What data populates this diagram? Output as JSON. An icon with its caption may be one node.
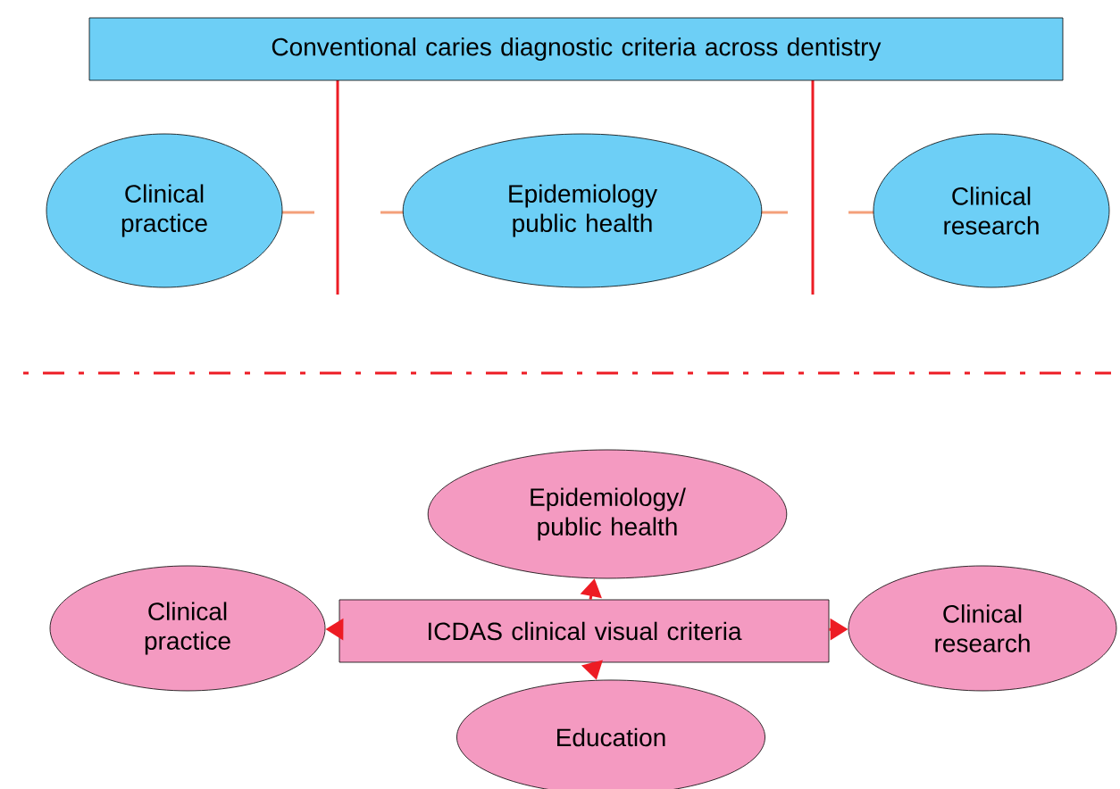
{
  "diagram": {
    "nodes": [
      {
        "text": [
          "Conventional caries diagnostic criteria across dentistry"
        ]
      },
      {
        "text": [
          "Clinical practice"
        ]
      },
      {
        "text": [
          "Epidemiology public health"
        ]
      },
      {
        "text": [
          "Clinical research"
        ]
      },
      {
        "text": [
          "Epidemiology/ public health"
        ]
      },
      {
        "text": [
          "Clinical practice"
        ]
      },
      {
        "text": [
          "ICDAS clinical visual criteria"
        ]
      },
      {
        "text": [
          "Clinical research"
        ]
      },
      {
        "text": [
          "Education"
        ]
      }
    ],
    "edges": [
      {
        "from": 6,
        "to": 4,
        "arrow": "to"
      },
      {
        "from": 6,
        "to": 5,
        "arrow": "to"
      },
      {
        "from": 6,
        "to": 7,
        "arrow": "to"
      },
      {
        "from": 6,
        "to": 8,
        "arrow": "to"
      }
    ]
  }
}
